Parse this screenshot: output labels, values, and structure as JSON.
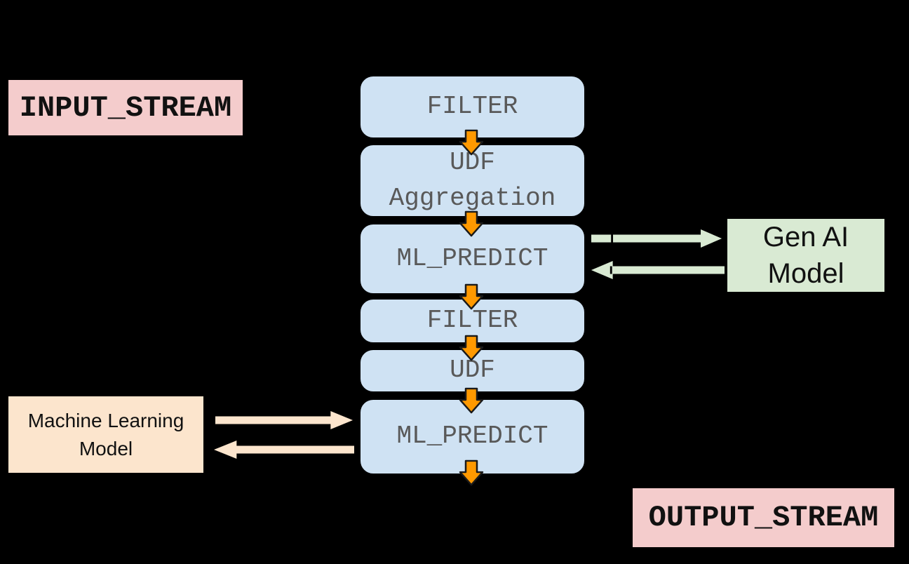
{
  "input_stream": {
    "label": "INPUT_STREAM"
  },
  "output_stream": {
    "label": "OUTPUT_STREAM"
  },
  "pipeline": {
    "boxes": [
      {
        "label": "FILTER"
      },
      {
        "label": "UDF\nAggregation"
      },
      {
        "label": "ML_PREDICT"
      },
      {
        "label": "FILTER"
      },
      {
        "label": "UDF"
      },
      {
        "label": "ML_PREDICT"
      }
    ]
  },
  "models": {
    "machine_learning": {
      "label": "Machine Learning\nModel"
    },
    "gen_ai": {
      "label": "Gen AI\nModel"
    }
  },
  "colors": {
    "bg": "#000000",
    "line": "#000000",
    "stream-fill": "#f4cccc",
    "stream-text": "#111111",
    "pipeline-fill": "#cfe2f3",
    "pipeline-text": "#595959",
    "mlmodel-fill": "#fce5cd",
    "genai-fill": "#d9ead3",
    "model-text": "#111111",
    "arrow-orange": "#ff9900",
    "arrow-outline": "#1a1a1a"
  }
}
